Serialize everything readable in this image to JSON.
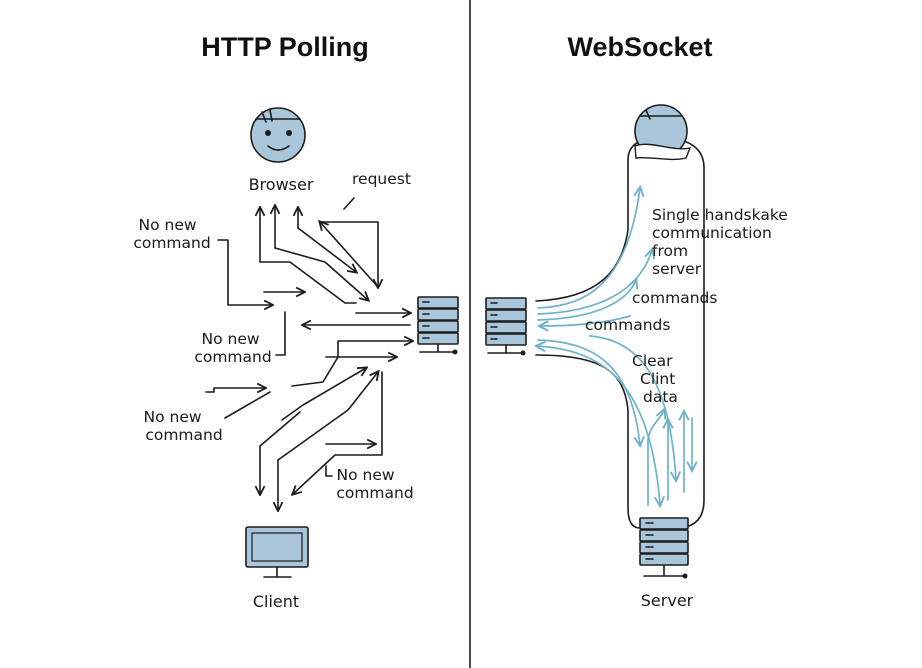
{
  "polling": {
    "title": "HTTP Polling",
    "browser_label": "Browser",
    "client_label": "Client",
    "request_label": "request",
    "no_new_command_1": [
      "No new",
      "command"
    ],
    "no_new_command_2": [
      "No new",
      "command"
    ],
    "no_new_command_3": [
      "No new",
      "command"
    ],
    "no_new_command_4": [
      "No new",
      "command"
    ]
  },
  "websocket": {
    "title": "WebSocket",
    "server_label": "Server",
    "handshake_label": [
      "Single handskake",
      "communication",
      "from",
      "server"
    ],
    "commands_label_1": "commands",
    "commands_label_2": "commands",
    "clear_label": [
      "Clear",
      "Clint",
      "data"
    ]
  },
  "colors": {
    "icon_fill": "#a9c6db",
    "flow_blue": "#6fb3c9",
    "ink": "#1c1c1c"
  }
}
